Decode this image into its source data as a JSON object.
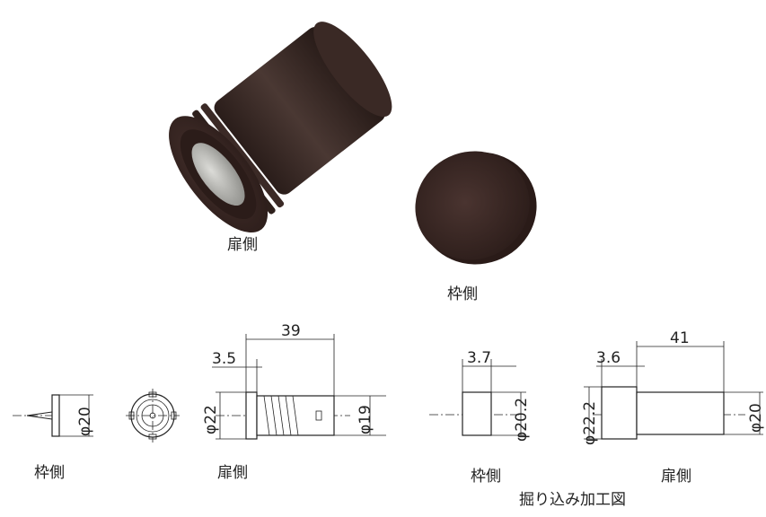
{
  "labels": {
    "door_side_photo": "扉側",
    "frame_side_photo": "枠側",
    "frame_side_drawing": "枠側",
    "door_side_drawing": "扉側",
    "recess_frame_side": "枠側",
    "recess_door_side": "扉側",
    "recess_title": "掘り込み加工図"
  },
  "dimensions": {
    "frame_piece_dia": "φ20",
    "door_total_length": "39",
    "door_flange": "3.5",
    "door_flange_dia": "φ22",
    "door_body_dia": "φ19",
    "recess_frame_depth": "3.7",
    "recess_frame_dia": "φ20.2",
    "recess_door_length": "41",
    "recess_door_step": "3.6",
    "recess_door_step_dia": "φ22.2",
    "recess_door_dia": "φ20"
  },
  "colors": {
    "product": "#3b2a26",
    "line": "#222222"
  }
}
